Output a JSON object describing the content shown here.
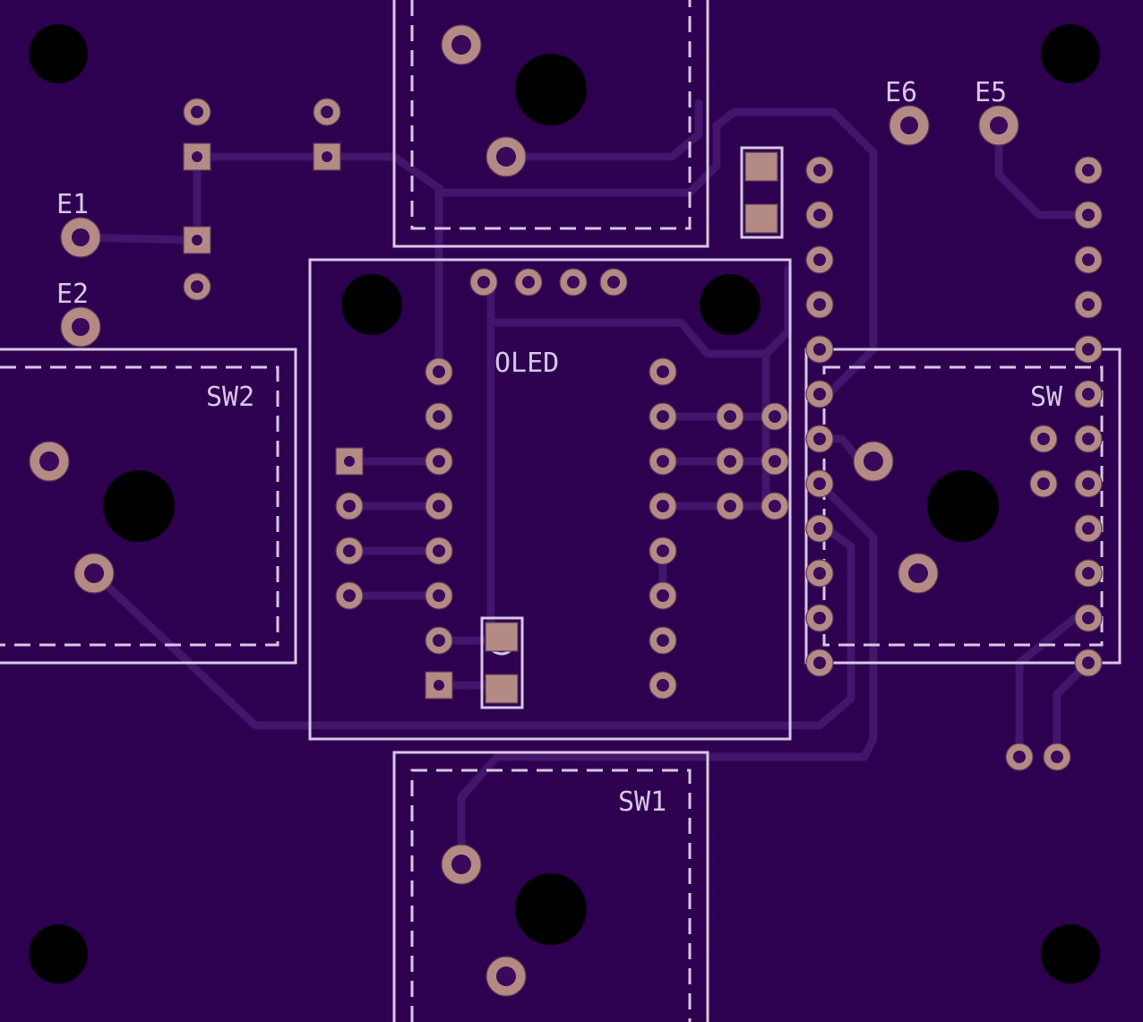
{
  "board": {
    "colors": {
      "background": "#2e0050",
      "trace": "#43156b",
      "silkscreen": "#d9c6e6",
      "copper_pad": "#b48a84",
      "drill": "#000000"
    },
    "labels": {
      "e1": "E1",
      "e2": "E2",
      "e5": "E5",
      "e6": "E6",
      "oled": "OLED",
      "sw": "SW",
      "sw1": "SW1",
      "sw2": "SW2"
    }
  }
}
